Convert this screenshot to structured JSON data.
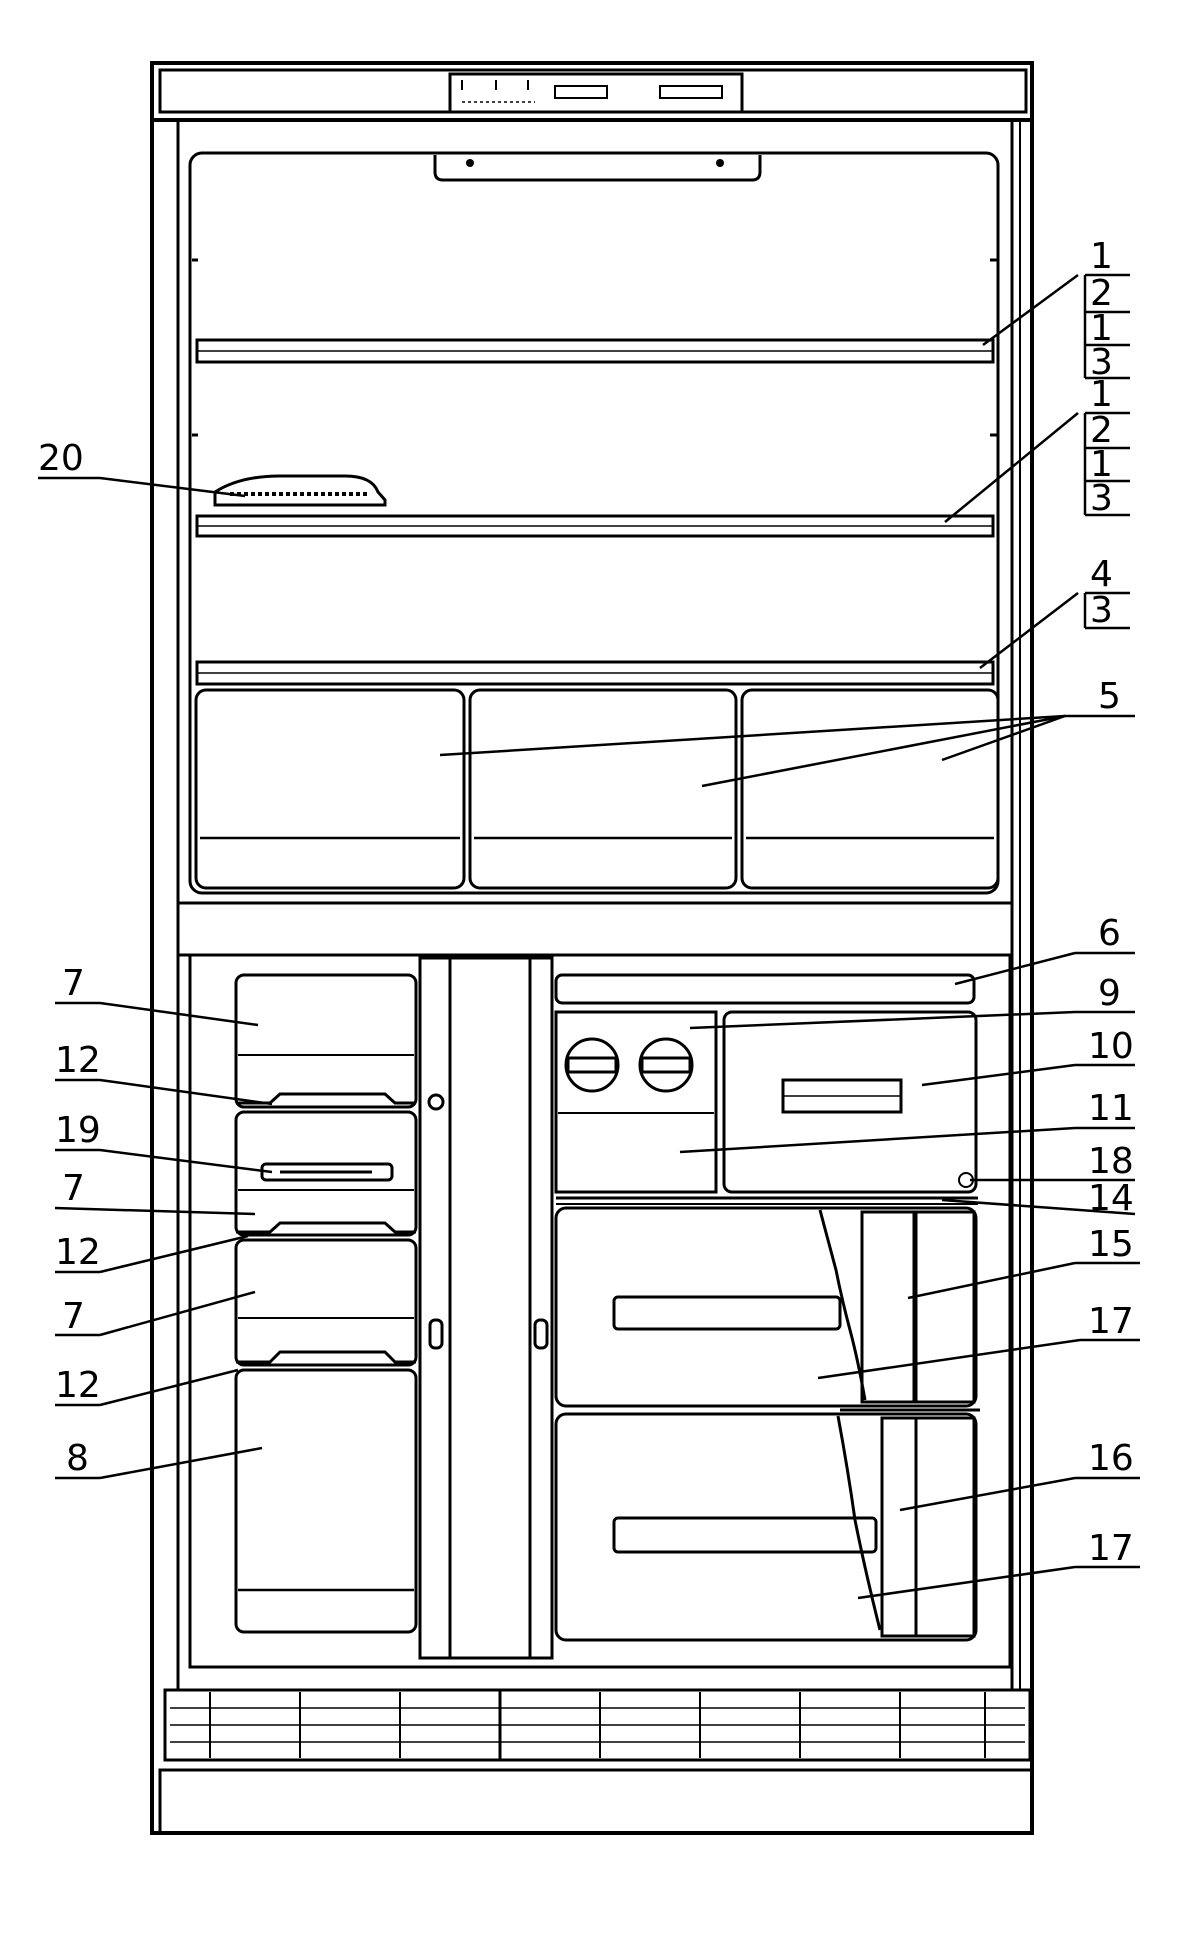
{
  "labels": {
    "l1a": "1",
    "l2a": "2",
    "l1b": "1",
    "l3a": "3",
    "l1c": "1",
    "l2b": "2",
    "l1d": "1",
    "l3b": "3",
    "l4": "4",
    "l3c": "3",
    "l5": "5",
    "l6": "6",
    "l9": "9",
    "l10": "10",
    "l11": "11",
    "l18": "18",
    "l14": "14",
    "l15": "15",
    "l17a": "17",
    "l16": "16",
    "l17b": "17",
    "l20": "20",
    "l7a": "7",
    "l12a": "12",
    "l19": "19",
    "l7b": "7",
    "l12b": "12",
    "l7c": "7",
    "l12c": "12",
    "l8": "8"
  }
}
